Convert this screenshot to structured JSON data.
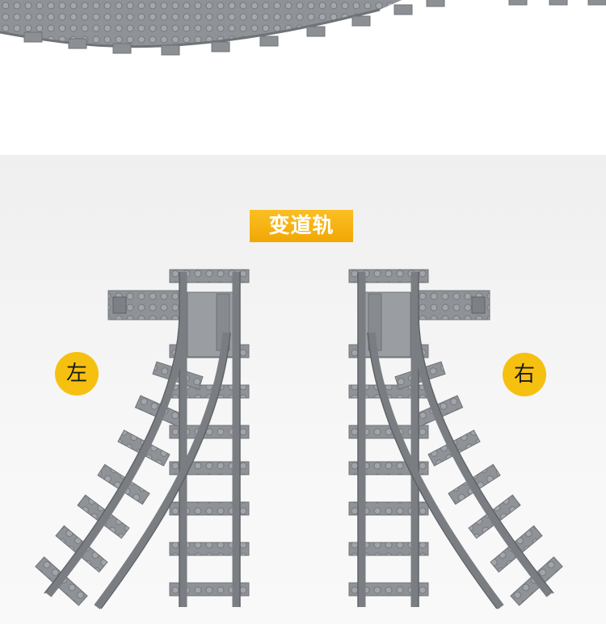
{
  "title": "变道轨",
  "labels": {
    "left": "左",
    "right": "右"
  },
  "colors": {
    "track": "#8e9296",
    "track_edge": "#6f7377",
    "badge": "#f6c010",
    "title_tag": "#f5b10f"
  }
}
